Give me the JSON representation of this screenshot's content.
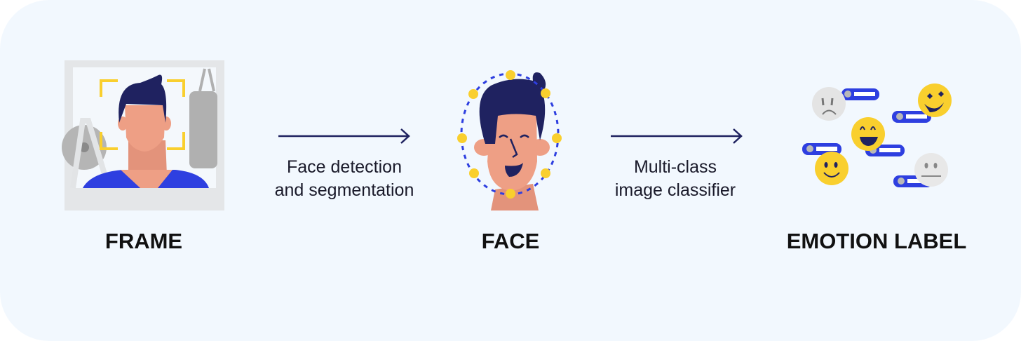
{
  "stages": [
    {
      "title": "FRAME",
      "illustration": "person-in-photo-with-detection-box"
    },
    {
      "title": "FACE",
      "illustration": "face-with-landmark-points"
    },
    {
      "title": "EMOTION LABEL",
      "illustration": "emoji-faces-with-labels"
    }
  ],
  "steps": [
    {
      "line1": "Face detection",
      "line2": "and segmentation"
    },
    {
      "line1": "Multi-class",
      "line2": "image classifier"
    }
  ],
  "colors": {
    "background": "#f2f8fe",
    "hair": "#1f2260",
    "skin": "#ee9f85",
    "accent_blue": "#2e3fe0",
    "yellow": "#f9cf2e",
    "arrow": "#1f2260"
  }
}
